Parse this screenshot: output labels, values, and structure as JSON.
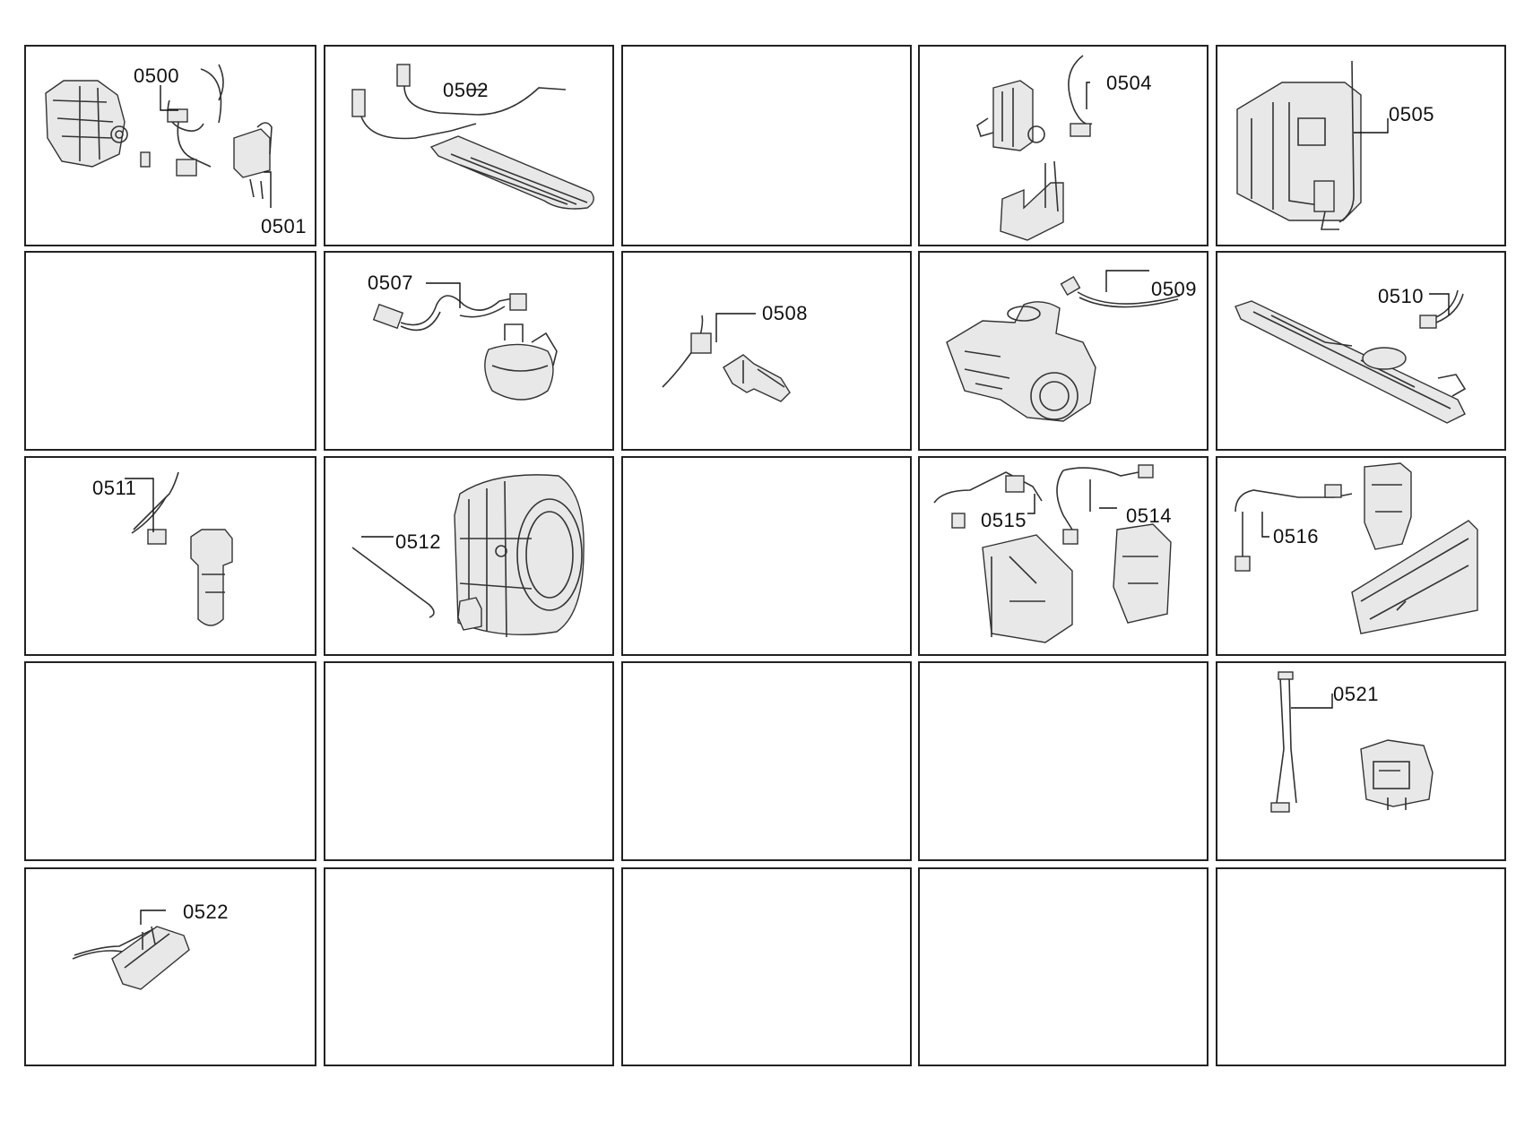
{
  "rows": [
    [
      {
        "labels": [
          "0500",
          "0501"
        ],
        "art": "motor"
      },
      {
        "labels": [
          "0502"
        ],
        "art": "heater"
      },
      {
        "labels": [],
        "art": ""
      },
      {
        "labels": [
          "0504"
        ],
        "art": "valve"
      },
      {
        "labels": [
          "0505"
        ],
        "art": "module"
      }
    ],
    [
      {
        "labels": [],
        "art": ""
      },
      {
        "labels": [
          "0507"
        ],
        "art": "pressure"
      },
      {
        "labels": [
          "0508"
        ],
        "art": "sensor"
      },
      {
        "labels": [
          "0509"
        ],
        "art": "pump"
      },
      {
        "labels": [
          "0510"
        ],
        "art": "rail"
      }
    ],
    [
      {
        "labels": [
          "0511"
        ],
        "art": "ntc"
      },
      {
        "labels": [
          "0512"
        ],
        "art": "tub"
      },
      {
        "labels": [],
        "art": ""
      },
      {
        "labels": [
          "0515",
          "0514"
        ],
        "art": "boards"
      },
      {
        "labels": [
          "0516"
        ],
        "art": "panel"
      }
    ],
    [
      {
        "labels": [],
        "art": ""
      },
      {
        "labels": [],
        "art": ""
      },
      {
        "labels": [],
        "art": ""
      },
      {
        "labels": [],
        "art": ""
      },
      {
        "labels": [
          "0521"
        ],
        "art": "lock"
      }
    ],
    [
      {
        "labels": [
          "0522"
        ],
        "art": "pcb"
      },
      {
        "labels": [],
        "art": ""
      },
      {
        "labels": [],
        "art": ""
      },
      {
        "labels": [],
        "art": ""
      },
      {
        "labels": [],
        "art": ""
      }
    ]
  ]
}
